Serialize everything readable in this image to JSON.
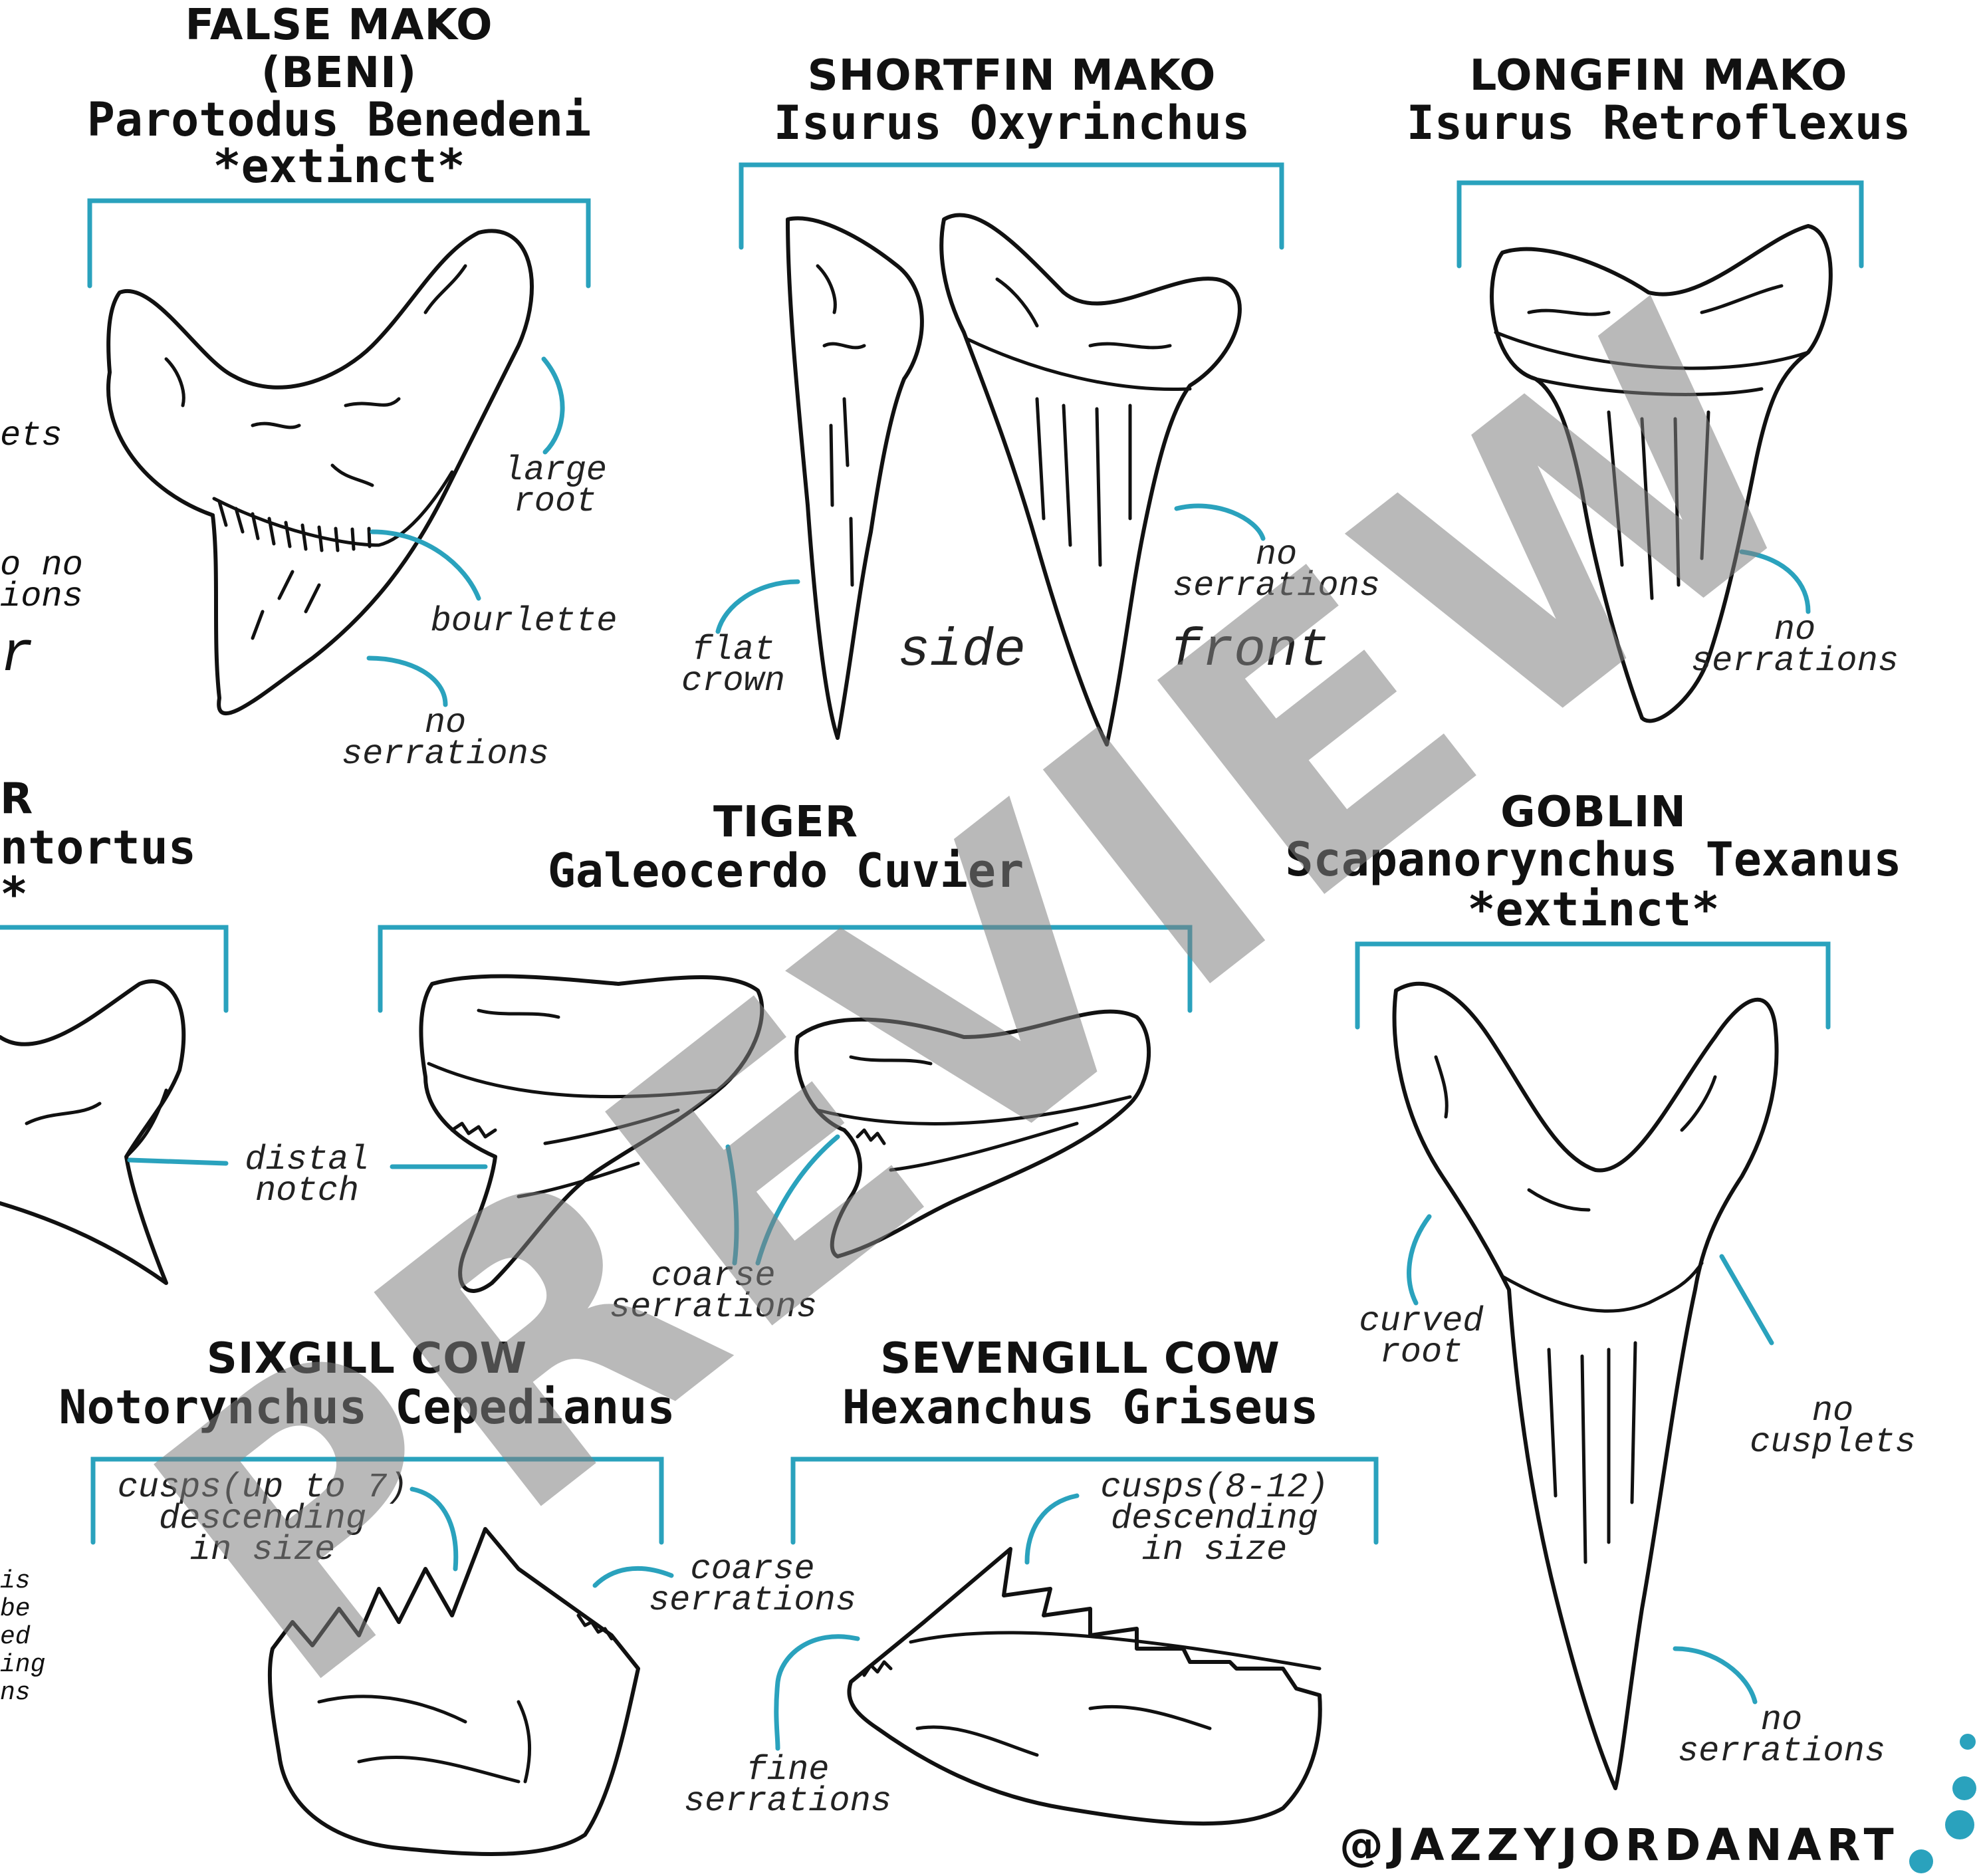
{
  "colors": {
    "accent": "#2aa2bd",
    "ink": "#111111",
    "watermark": "#9a9a9a"
  },
  "watermark": "PREVIEW",
  "handle": "@JAZZYJORDANART",
  "species": {
    "false_mako": {
      "common": "FALSE MAKO",
      "common2": "(BENI)",
      "latin": "Parotodus Benedeni",
      "status": "*extinct*"
    },
    "shortfin_mako": {
      "common": "SHORTFIN MAKO",
      "latin": "Isurus Oxyrinchus"
    },
    "longfin_mako": {
      "common": "LONGFIN MAKO",
      "latin": "Isurus Retroflexus"
    },
    "tiger": {
      "common": "TIGER",
      "latin": "Galeocerdo Cuvier"
    },
    "goblin": {
      "common": "GOBLIN",
      "latin": "Scapanorynchus Texanus",
      "status": "*extinct*"
    },
    "sixgill": {
      "common": "SIXGILL COW",
      "latin": "Notorynchus Cepedianus"
    },
    "sevengill": {
      "common": "SEVENGILL COW",
      "latin": "Hexanchus Griseus"
    }
  },
  "labels": {
    "large_root": "large\nroot",
    "bourlette": "bourlette",
    "no_serrations": "no\nserrations",
    "flat_crown": "flat\ncrown",
    "side": "side",
    "front": "front",
    "distal_notch": "distal\nnotch",
    "coarse_serrations": "coarse\nserrations",
    "curved_root": "curved\nroot",
    "no_cusplets": "no\ncusplets",
    "cusps_sixgill": "cusps(up to 7)\ndescending\nin size",
    "cusps_sevengill": "cusps(8-12)\ndescending\nin size",
    "fine_serrations": "fine\nserrations"
  },
  "left_fragments": {
    "ets": "ets",
    "o_no": "o no",
    "ions": "ions",
    "r_big": "r",
    "r_title": "R",
    "ntortus": "ntortus",
    "star": "*",
    "small_lines": [
      "is",
      "be",
      "ed",
      "ing",
      "ns"
    ]
  }
}
